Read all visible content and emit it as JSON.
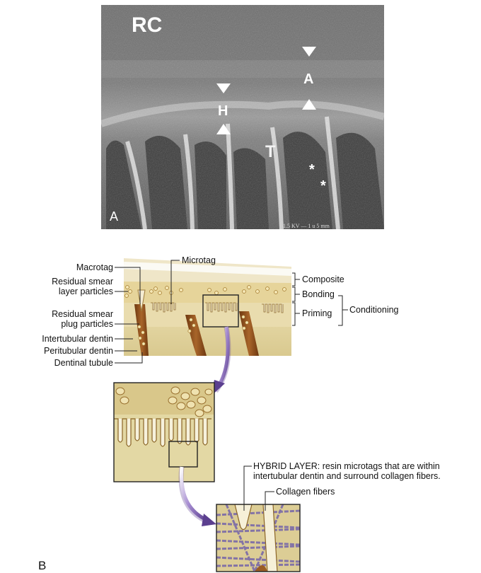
{
  "panel_a": {
    "panel_letter": "A",
    "region_labels": [
      "RC",
      "A",
      "H",
      "T"
    ],
    "asterisks": [
      "*",
      "*"
    ],
    "scale_caption": "1.5 KV   — 1 u   5 mm"
  },
  "panel_b": {
    "panel_letter": "B",
    "left_labels": {
      "macrotag": "Macrotag",
      "residual_smear_layer_1": "Residual smear",
      "residual_smear_layer_2": "layer particles",
      "residual_smear_plug_1": "Residual smear",
      "residual_smear_plug_2": "plug particles",
      "intertubular": "Intertubular dentin",
      "peritubular": "Peritubular dentin",
      "dentinal_tubule": "Dentinal tubule"
    },
    "top_label": "Microtag",
    "right_labels": {
      "composite": "Composite",
      "bonding": "Bonding",
      "priming": "Priming",
      "conditioning": "Conditioning"
    },
    "hybrid_layer_1": "HYBRID LAYER: resin microtags that are within",
    "hybrid_layer_2": "intertubular dentin and surround collagen fibers.",
    "collagen_fibers": "Collagen fibers"
  },
  "colors": {
    "sem_bg": "#5e5e5e",
    "resin_white": "#f4f1e6",
    "dentin": "#e3d6a4",
    "tubule_brown": "#8a4b1c",
    "arrow_purple": "#6a4c9c",
    "collagen": "#7a6aa8"
  }
}
